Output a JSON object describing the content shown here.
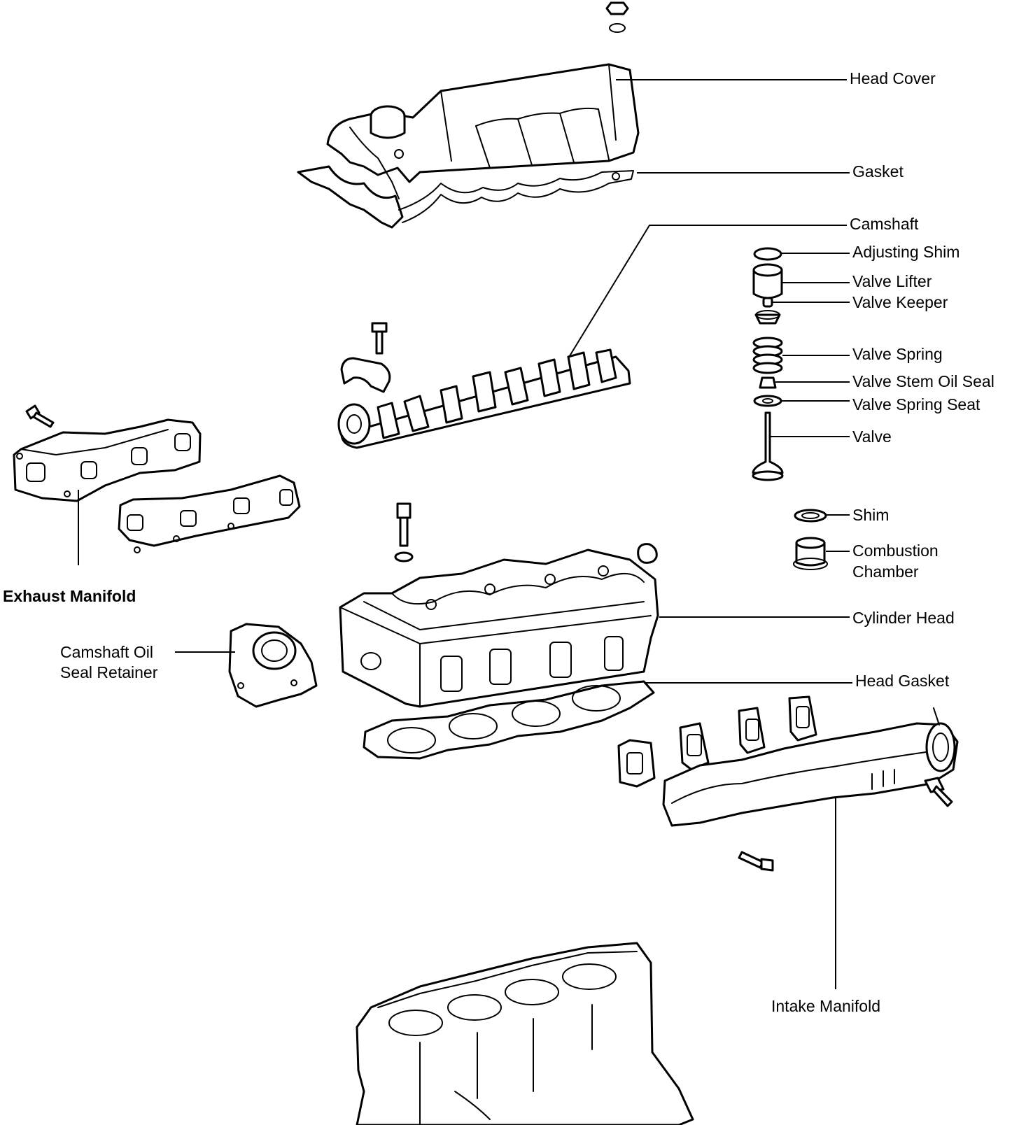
{
  "labels": {
    "head_cover": "Head Cover",
    "gasket": "Gasket",
    "camshaft": "Camshaft",
    "adjusting_shim": "Adjusting Shim",
    "valve_lifter": "Valve Lifter",
    "valve_keeper": "Valve Keeper",
    "valve_spring": "Valve Spring",
    "valve_stem_oil_seal": "Valve Stem Oil Seal",
    "valve_spring_seat": "Valve Spring Seat",
    "valve": "Valve",
    "shim": "Shim",
    "combustion_chamber_1": "Combustion",
    "combustion_chamber_2": "Chamber",
    "exhaust_manifold": "Exhaust Manifold",
    "camshaft_oil_seal_retainer_1": "Camshaft Oil",
    "camshaft_oil_seal_retainer_2": "Seal Retainer",
    "cylinder_head": "Cylinder Head",
    "head_gasket": "Head Gasket",
    "intake_manifold": "Intake Manifold"
  },
  "colors": {
    "ink": "#000000",
    "paper": "#ffffff"
  }
}
